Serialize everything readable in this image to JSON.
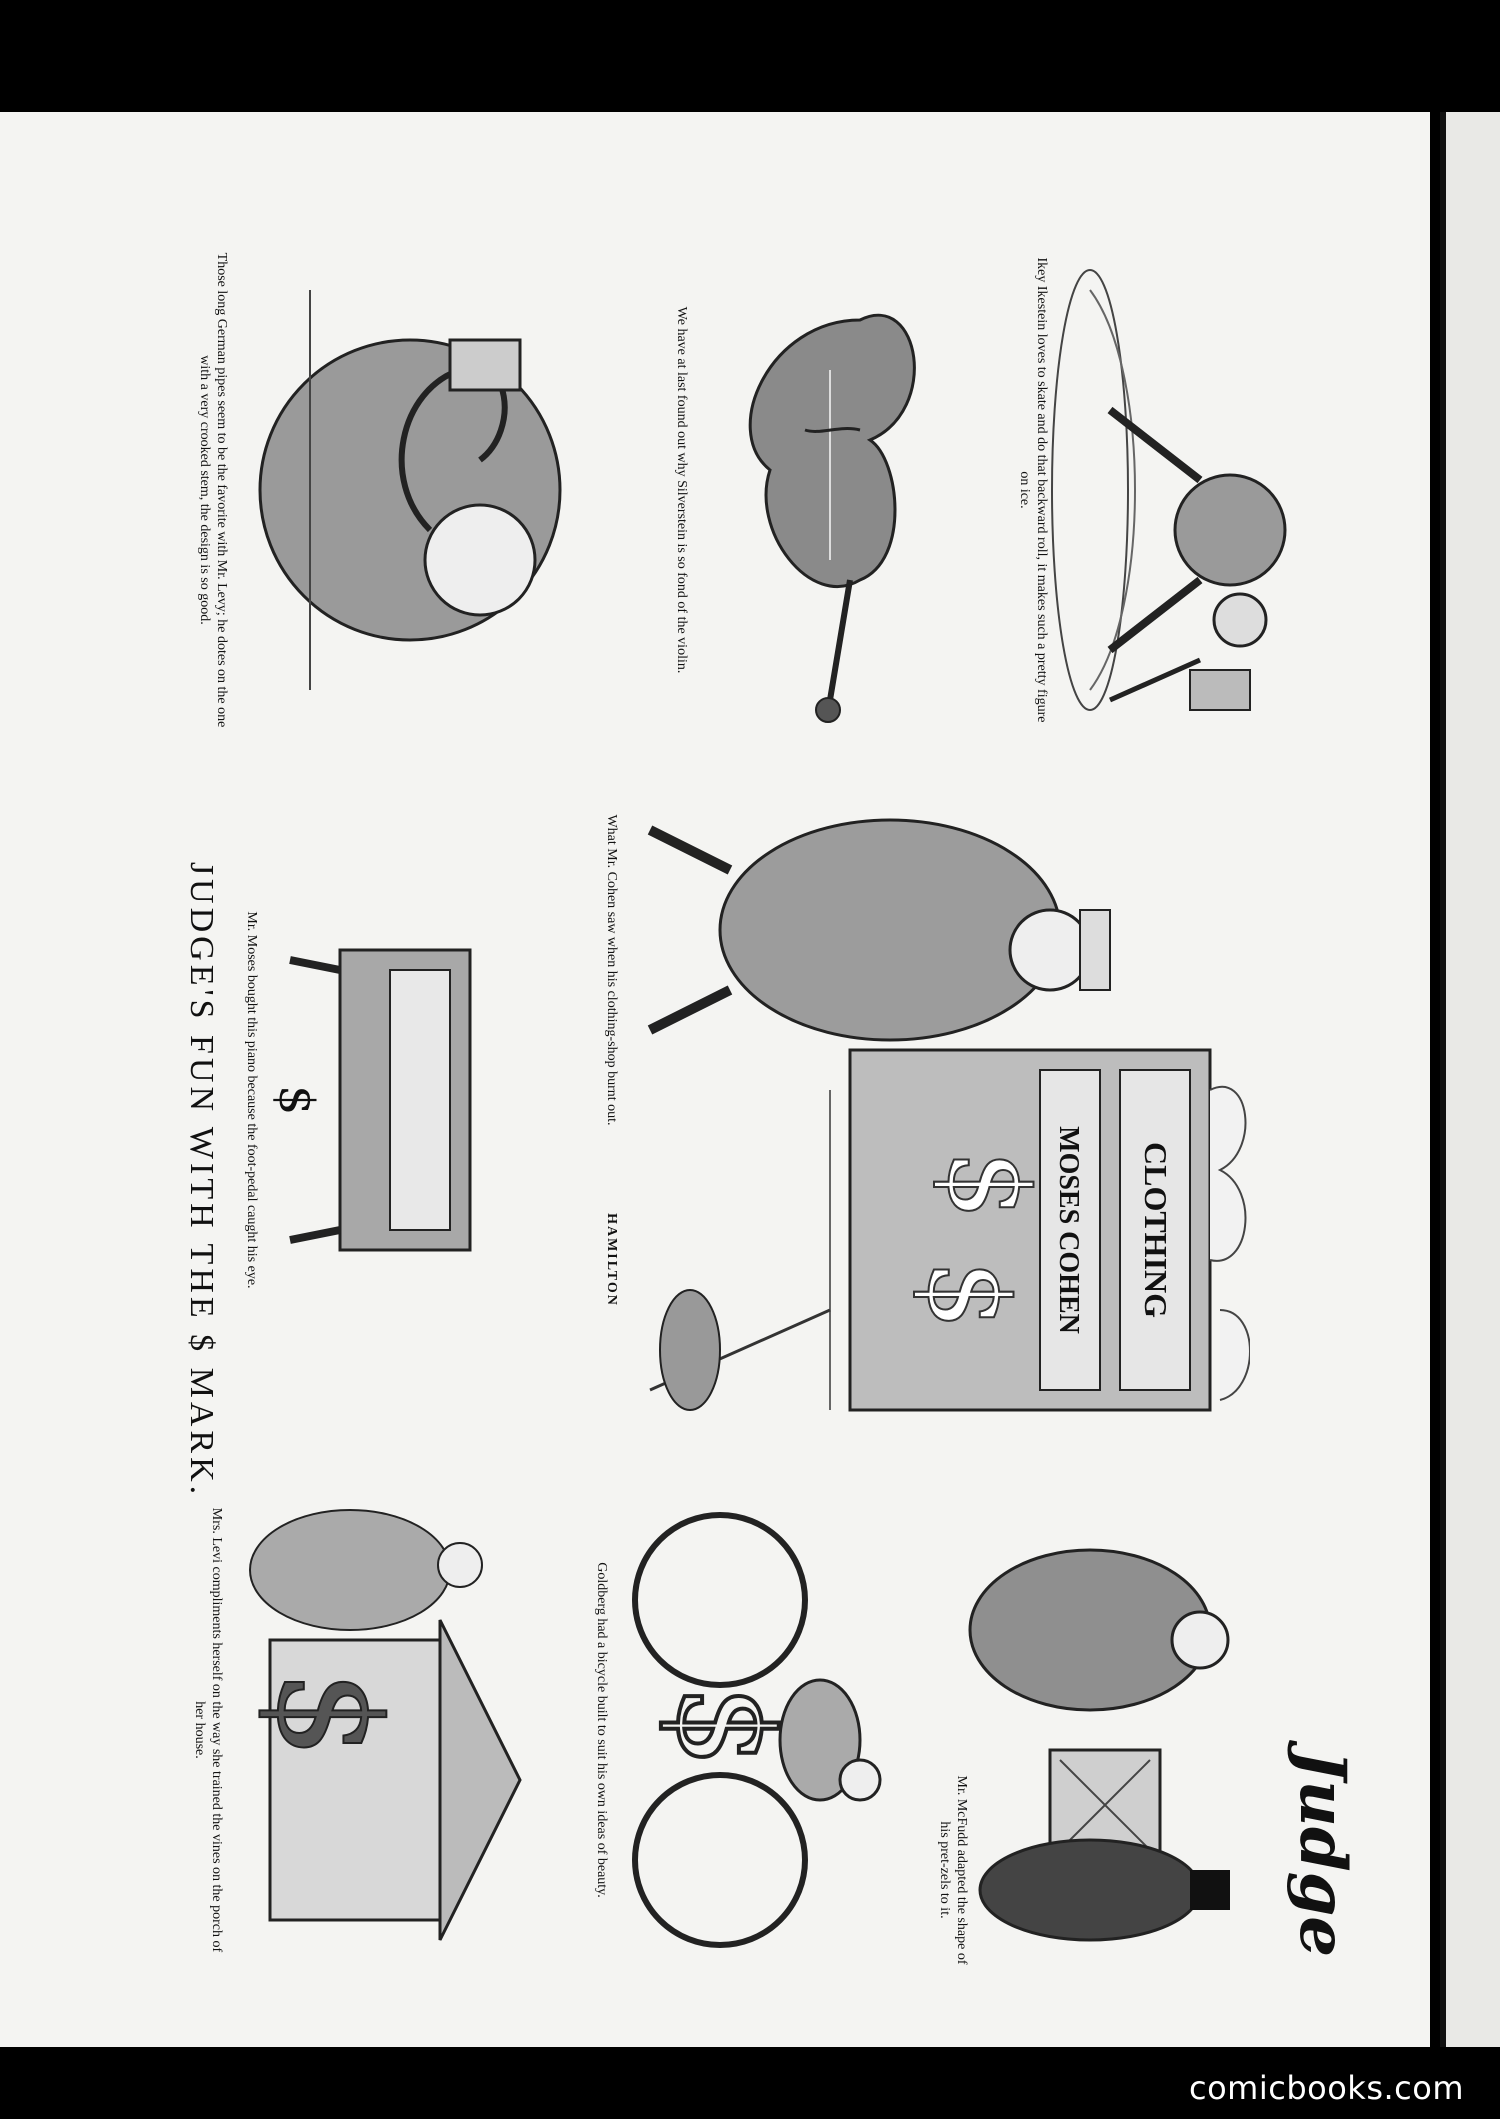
{
  "masthead": "Judge",
  "page_title": "JUDGE'S FUN WITH THE $ MARK.",
  "footer_watermark": "comicbooks.com",
  "cartoons": [
    {
      "id": "skater",
      "caption": "Ikey Ikestein loves to skate and do that backward roll, it makes such a pretty figure on ice."
    },
    {
      "id": "violin",
      "caption": "We have at last found out why Silverstein is so fond of the violin."
    },
    {
      "id": "pipe",
      "caption": "Those long German pipes seem to be the favorite with Mr. Levy; he dotes on the one with a very crooked stem, the design is so good."
    },
    {
      "id": "fire",
      "caption": "What Mr. Cohen saw when his clothing-shop burnt out.",
      "sign_top": "CLOTHING",
      "sign_bottom": "MOSES COHEN",
      "signature": "HAMILTON"
    },
    {
      "id": "piano",
      "caption": "Mr. Moses bought this piano because the foot-pedal caught his eye."
    },
    {
      "id": "pretzels",
      "caption": "Mr. McFudd adapted the shape of his pret-zels to it."
    },
    {
      "id": "bicycle",
      "caption": "Goldberg had a bicycle built to suit his own ideas of beauty."
    },
    {
      "id": "vines",
      "caption": "Mrs. Levi compliments herself on the way she trained the vines on the porch of her house."
    }
  ]
}
